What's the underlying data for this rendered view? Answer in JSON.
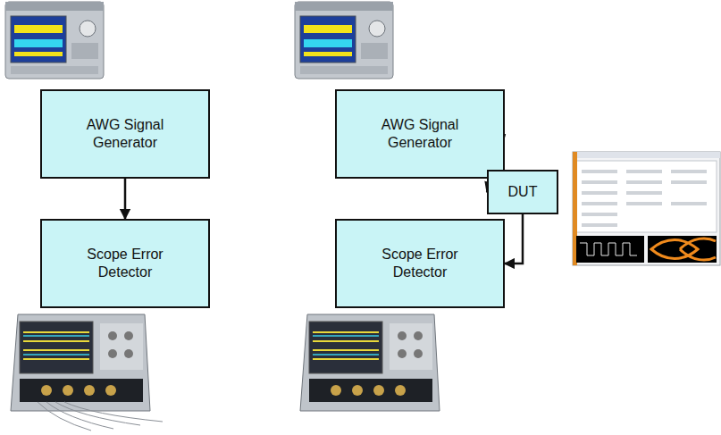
{
  "diagram": {
    "nodes": [
      {
        "text": [
          "AWG Signal Generator"
        ]
      },
      {
        "text": [
          "Scope Error Detector"
        ]
      },
      {
        "text": [
          "AWG Signal Generator"
        ]
      },
      {
        "text": [
          "DUT"
        ]
      },
      {
        "text": [
          "Scope Error Detector"
        ]
      }
    ],
    "edges": [
      {
        "from": 0,
        "to": 1,
        "arrow": "to"
      },
      {
        "from": 2,
        "to": 3,
        "arrow": "to"
      },
      {
        "from": 3,
        "to": 4,
        "arrow": "to"
      }
    ]
  }
}
